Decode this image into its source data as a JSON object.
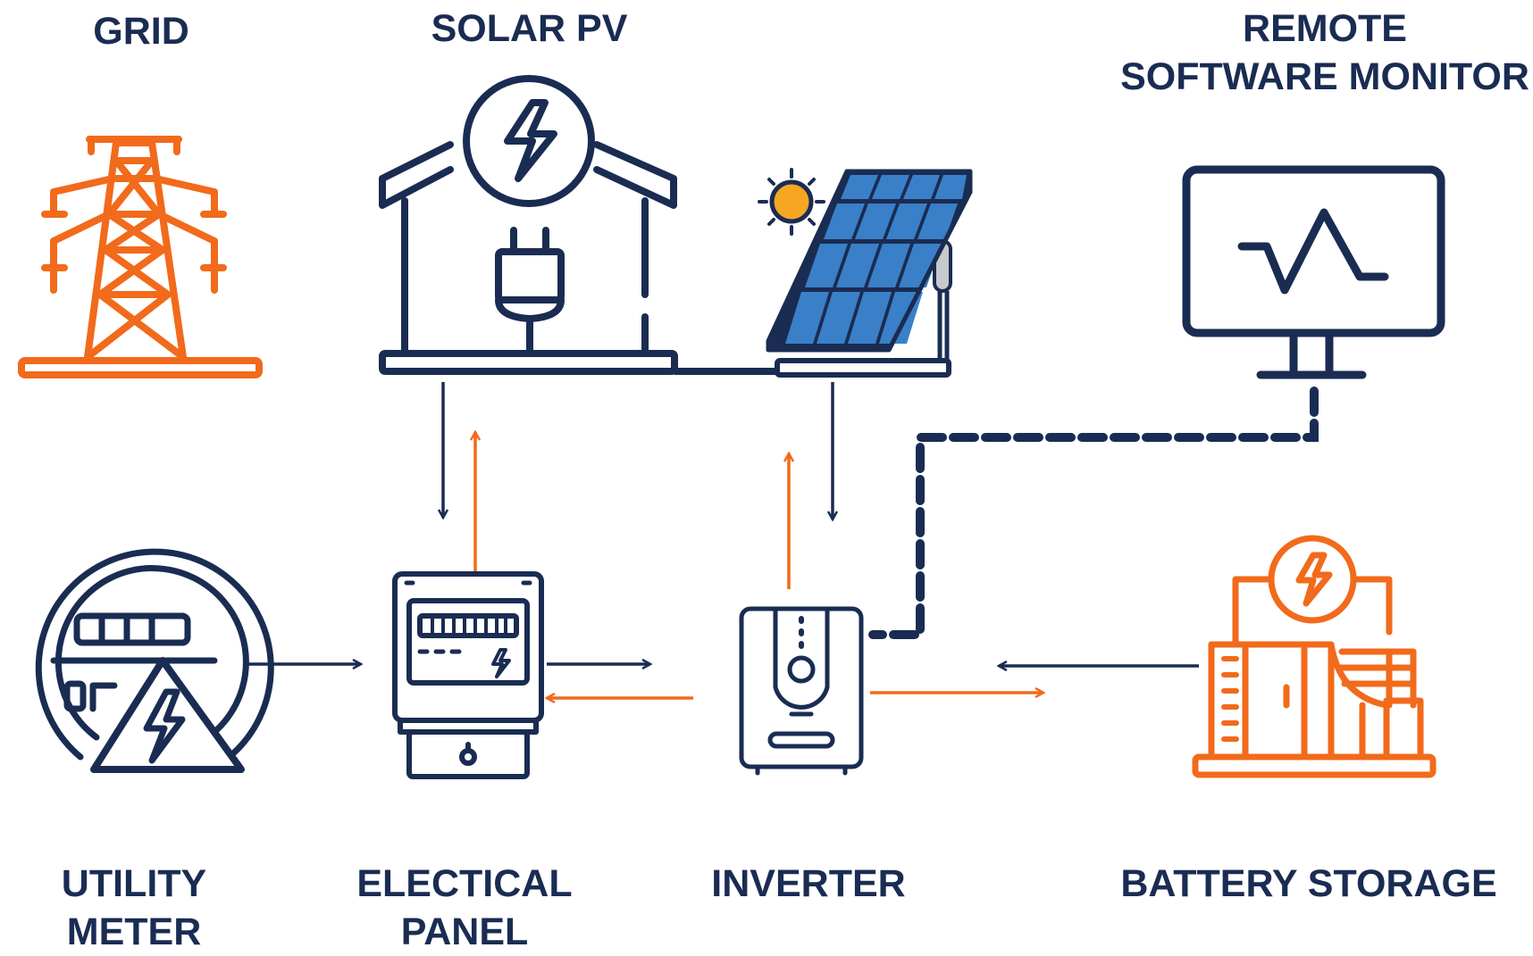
{
  "labels": {
    "grid": "GRID",
    "solar_pv": "SOLAR PV",
    "remote_line1": "REMOTE",
    "remote_line2": "SOFTWARE MONITOR",
    "utility_line1": "UTILITY",
    "utility_line2": "METER",
    "panel_line1": "ELECTICAL",
    "panel_line2": "PANEL",
    "inverter": "INVERTER",
    "battery": "BATTERY STORAGE"
  },
  "colors": {
    "navy": "#1a2c52",
    "orange": "#f26a1b",
    "solar_blue": "#3a80c8",
    "sun": "#f5a623"
  },
  "icons": [
    "transmission-tower-icon",
    "house-icon",
    "solar-panel-icon",
    "monitor-icon",
    "utility-meter-icon",
    "electric-meter-icon",
    "inverter-icon",
    "battery-storage-icon"
  ]
}
